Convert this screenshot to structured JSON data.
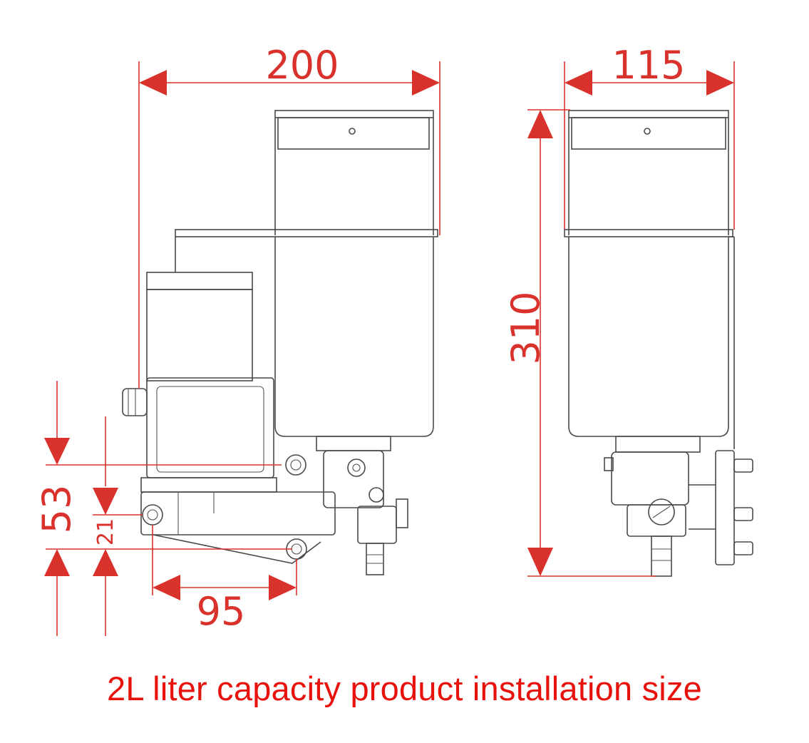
{
  "dimensions": {
    "width_front": "200",
    "width_side": "115",
    "height_side": "310",
    "height_mount": "53",
    "height_small": "21",
    "spacing_holes": "95"
  },
  "caption": "2L liter capacity product installation size",
  "colors": {
    "dimension": "#d9322c",
    "caption": "#e8120c",
    "outline": "#4a4a4a"
  }
}
